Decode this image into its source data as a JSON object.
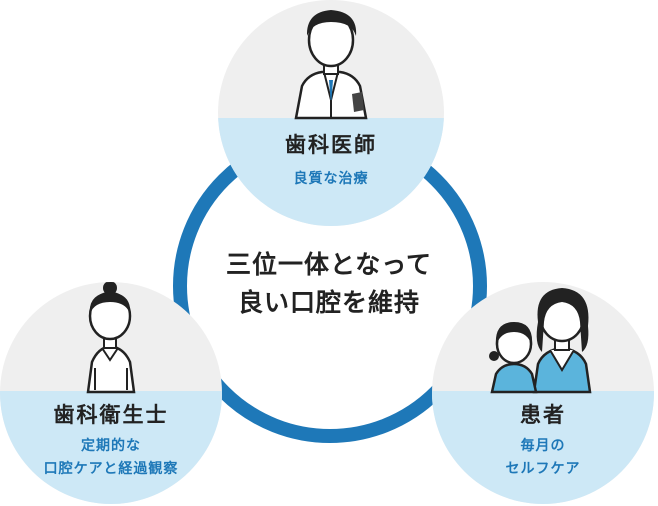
{
  "center": {
    "line1": "三位一体となって",
    "line2": "良い口腔を維持"
  },
  "nodes": {
    "dentist": {
      "title": "歯科医師",
      "sub1": "良質な治療"
    },
    "hygienist": {
      "title": "歯科衛生士",
      "sub1": "定期的な",
      "sub2": "口腔ケアと経過観察"
    },
    "patient": {
      "title": "患者",
      "sub1": "毎月の",
      "sub2": "セルフケア"
    }
  },
  "colors": {
    "ring": "#1e78b8",
    "band": "#cde8f6",
    "node_bg": "#efefef",
    "text": "#222222",
    "accent_text": "#1e78b8"
  }
}
